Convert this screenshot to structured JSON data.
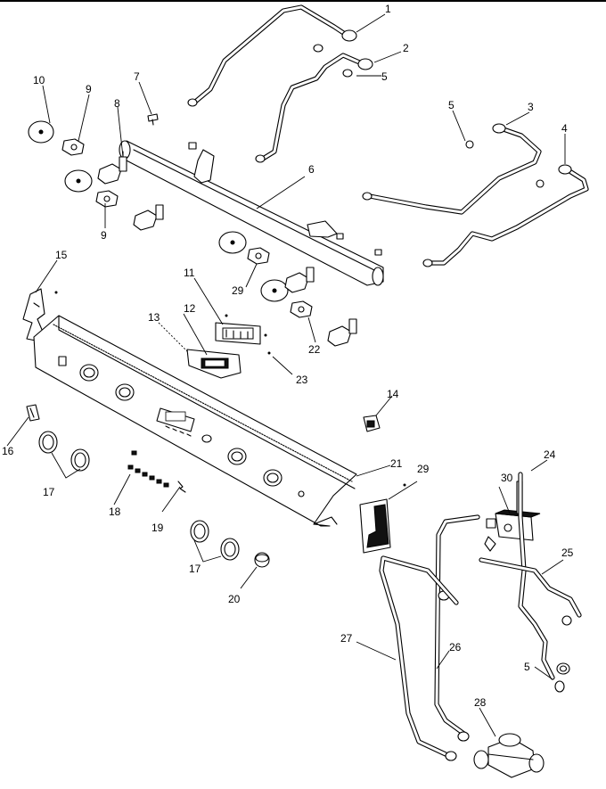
{
  "callouts": [
    {
      "id": "c1",
      "text": "1"
    },
    {
      "id": "c2",
      "text": "2"
    },
    {
      "id": "c5a",
      "text": "5"
    },
    {
      "id": "c10",
      "text": "10"
    },
    {
      "id": "c9a",
      "text": "9"
    },
    {
      "id": "c7",
      "text": "7"
    },
    {
      "id": "c8",
      "text": "8"
    },
    {
      "id": "c5b",
      "text": "5"
    },
    {
      "id": "c3",
      "text": "3"
    },
    {
      "id": "c4",
      "text": "4"
    },
    {
      "id": "c6",
      "text": "6"
    },
    {
      "id": "c9b",
      "text": "9"
    },
    {
      "id": "c15",
      "text": "15"
    },
    {
      "id": "c11",
      "text": "11"
    },
    {
      "id": "c29a",
      "text": "29"
    },
    {
      "id": "c12",
      "text": "12"
    },
    {
      "id": "c13",
      "text": "13"
    },
    {
      "id": "c22",
      "text": "22"
    },
    {
      "id": "c23",
      "text": "23"
    },
    {
      "id": "c14",
      "text": "14"
    },
    {
      "id": "c16",
      "text": "16"
    },
    {
      "id": "c17a",
      "text": "17"
    },
    {
      "id": "c18",
      "text": "18"
    },
    {
      "id": "c19",
      "text": "19"
    },
    {
      "id": "c21",
      "text": "21"
    },
    {
      "id": "c29b",
      "text": "29"
    },
    {
      "id": "c24",
      "text": "24"
    },
    {
      "id": "c30",
      "text": "30"
    },
    {
      "id": "c17b",
      "text": "17"
    },
    {
      "id": "c20",
      "text": "20"
    },
    {
      "id": "c25",
      "text": "25"
    },
    {
      "id": "c27",
      "text": "27"
    },
    {
      "id": "c26",
      "text": "26"
    },
    {
      "id": "c5c",
      "text": "5"
    },
    {
      "id": "c28",
      "text": "28"
    }
  ]
}
